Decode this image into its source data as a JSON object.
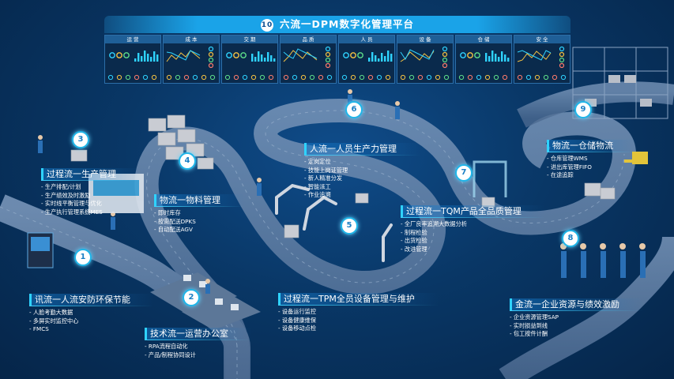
{
  "banner": {
    "number": "10",
    "title": "六流一DPM数字化管理平台",
    "panels": [
      {
        "label": "运 营"
      },
      {
        "label": "成 本"
      },
      {
        "label": "交 期"
      },
      {
        "label": "品 质"
      },
      {
        "label": "人 员"
      },
      {
        "label": "设 备"
      },
      {
        "label": "仓 储"
      },
      {
        "label": "安 全"
      }
    ]
  },
  "stations": [
    {
      "id": "1",
      "title": "讯流一人流安防环保节能",
      "items": [
        "人脸考勤大数据",
        "多屏实时监控中心",
        "FMCS"
      ]
    },
    {
      "id": "2",
      "title": "技术流一运营办公室",
      "items": [
        "RPA流程自动化",
        "产品/制程协同设计"
      ]
    },
    {
      "id": "3",
      "title": "过程流一生产管理",
      "items": [
        "生产排配/计划",
        "生产绩效及时激励",
        "实时线平衡管理与优化",
        "生产执行管理系统MES"
      ]
    },
    {
      "id": "4",
      "title": "物流一物料管理",
      "items": [
        "即时库存",
        "按需配送DPKS",
        "自动配送AGV"
      ]
    },
    {
      "id": "5",
      "title": "过程流一TPM全员设备管理与维护",
      "items": [
        "设备运行监控",
        "设备健康维保",
        "设备移动点检"
      ]
    },
    {
      "id": "6",
      "title": "人流一人员生产力管理",
      "items": [
        "定岗定位",
        "技能上岗证管理",
        "新人精准分发",
        "智能派工",
        "作业追溯"
      ]
    },
    {
      "id": "7",
      "title": "过程流一TQM产品全品质管理",
      "items": [
        "全厂良率追溯大数据分析",
        "制程检验",
        "出货检验",
        "改进管理"
      ]
    },
    {
      "id": "8",
      "title": "金流一企业资源与绩效激励",
      "items": [
        "企业资源管理SAP",
        "实时损益到线",
        "包工按件计酬"
      ]
    },
    {
      "id": "9",
      "title": "物流一仓储物流",
      "items": [
        "仓库管理WMS",
        "进出库管理FIFO",
        "在途追踪"
      ]
    }
  ],
  "colors": {
    "background": "#093766",
    "accent": "#2fd3ff",
    "belt": "#5f7fa4",
    "banner": "#1aa3e8"
  }
}
